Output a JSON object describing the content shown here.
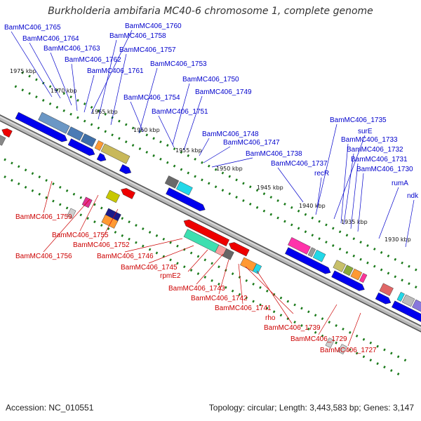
{
  "title": "Burkholderia ambifaria MC40-6 chromosome 1, complete genome",
  "footer": {
    "accession": "Accession: NC_010551",
    "summary": "Topology: circular; Length: 3,443,583 bp; Genes: 3,147"
  },
  "colors": {
    "top_label": "#0000cc",
    "bottom_label": "#cc0000",
    "backbone": "#808080",
    "tick": "#1a7a1a",
    "forward_cds": "#0000ee",
    "reverse_cds": "#ee0000"
  },
  "scale_labels": [
    "1975 kbp",
    "1970 kbp",
    "1965 kbp",
    "1960 kbp",
    "1955 kbp",
    "1950 kbp",
    "1945 kbp",
    "1940 kbp",
    "1935 kbp",
    "1930 kbp"
  ],
  "top_labels": [
    "BamMC406_1765",
    "BamMC406_1764",
    "BamMC406_1763",
    "BamMC406_1762",
    "BamMC406_1761",
    "BamMC406_1760",
    "BamMC406_1758",
    "BamMC406_1757",
    "BamMC406_1753",
    "BamMC406_1750",
    "BamMC406_1749",
    "BamMC406_1754",
    "BamMC406_1751",
    "BamMC406_1748",
    "BamMC406_1747",
    "BamMC406_1738",
    "BamMC406_1737",
    "recR",
    "BamMC406_1735",
    "surE",
    "BamMC406_1733",
    "BamMC406_1732",
    "BamMC406_1731",
    "BamMC406_1730",
    "rumA",
    "ndk"
  ],
  "bottom_labels": [
    "BamMC406_1759",
    "BamMC406_1755",
    "BamMC406_1756",
    "BamMC406_1752",
    "BamMC406_1746",
    "BamMC406_1745",
    "rpmE2",
    "BamMC406_1743",
    "BamMC406_1742",
    "BamMC406_1741",
    "rho",
    "BamMC406_1739",
    "BamMC406_1729",
    "BamMC406_1727"
  ]
}
